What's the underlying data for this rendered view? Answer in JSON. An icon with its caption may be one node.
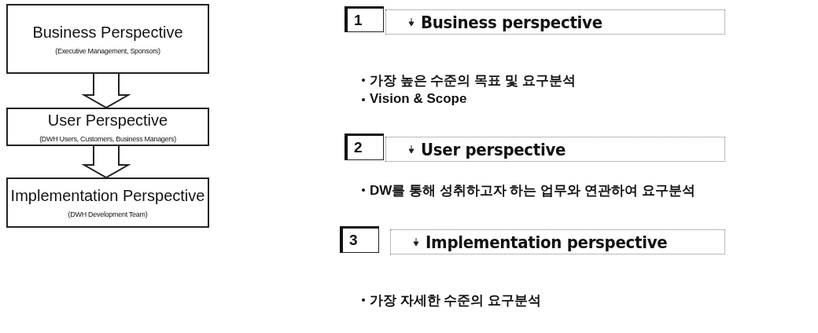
{
  "diagram": {
    "nodes": [
      {
        "text": [
          "Business Perspective",
          "(Executive Management, Sponsors)"
        ]
      },
      {
        "text": [
          "User Perspective",
          "(DWH Users, Customers, Business Managers)"
        ]
      },
      {
        "text": [
          "Implementation Perspective",
          "(DWH Development Team)"
        ]
      },
      {
        "text": [
          "1"
        ]
      },
      {
        "text": [
          "Business perspective"
        ]
      },
      {
        "text": [
          "2"
        ]
      },
      {
        "text": [
          "User perspective"
        ]
      },
      {
        "text": [
          "3"
        ]
      },
      {
        "text": [
          "Implementation perspective"
        ]
      }
    ],
    "edges": [
      {
        "from": 0,
        "to": 1,
        "arrow": "to"
      },
      {
        "from": 1,
        "to": 2,
        "arrow": "to"
      }
    ],
    "labels": [
      "가장 높은 수준의 목표 및 요구분석",
      "Vision & Scope",
      "DW를 통해 성취하고자 하는 업무와 연관하여 요구분석",
      "가장 자세한 수준의 요구분석"
    ]
  }
}
